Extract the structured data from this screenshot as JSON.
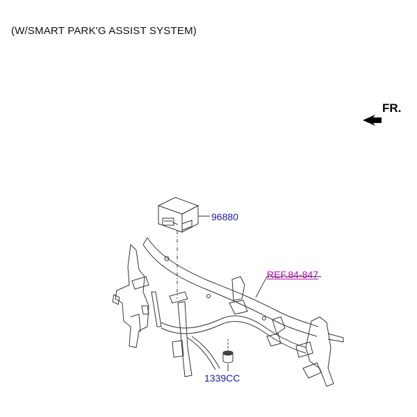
{
  "caption": "(W/SMART PARK'G ASSIST SYSTEM)",
  "direction_label": "FR.",
  "parts": {
    "module": {
      "number": "96880"
    },
    "nut": {
      "number": "1339CC"
    },
    "reference": {
      "text": "REF.84-847"
    }
  },
  "colors": {
    "part_number": "#1a1aa8",
    "reference": "#c000c0",
    "line": "#333333",
    "arrow": "#000000"
  }
}
